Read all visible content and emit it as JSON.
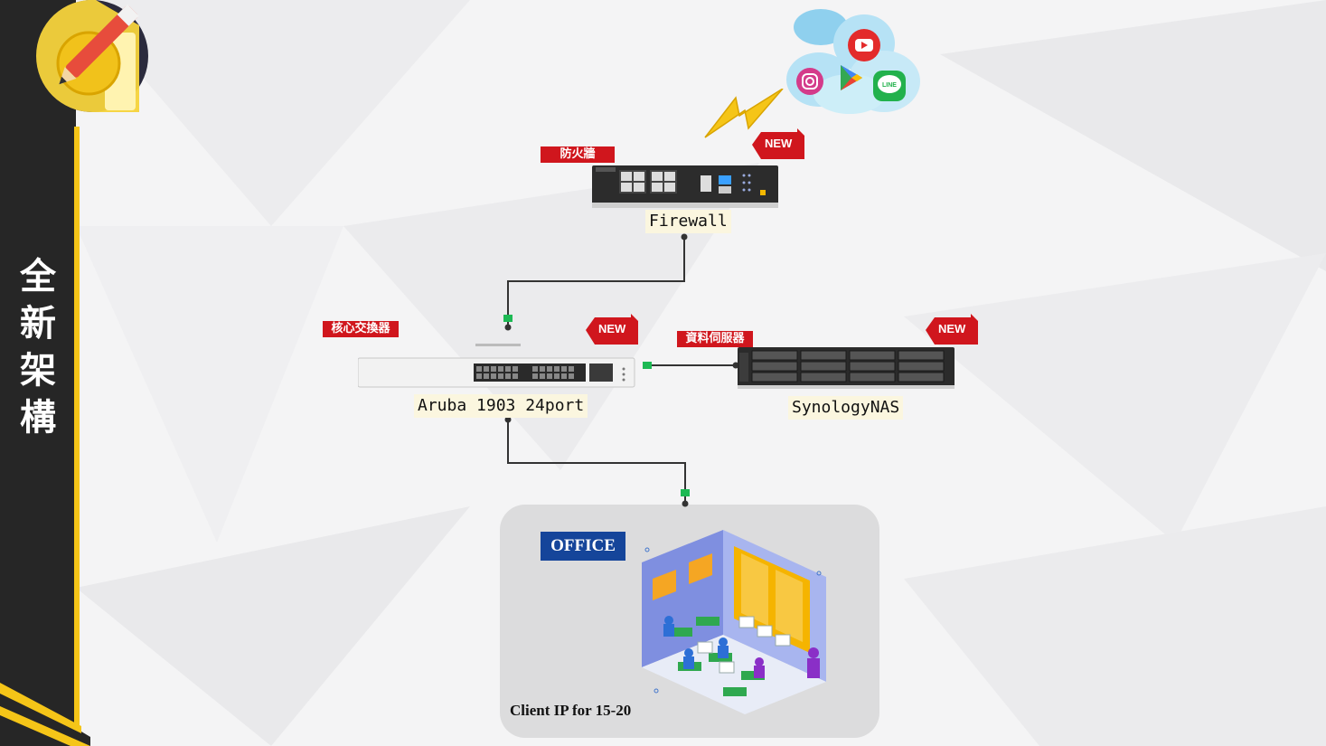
{
  "sidebar": {
    "title_chars": [
      "全",
      "新",
      "架",
      "構"
    ]
  },
  "devices": {
    "firewall": {
      "tag": "防火牆",
      "badge": "NEW",
      "label": "Firewall"
    },
    "switch": {
      "tag": "核心交換器",
      "badge": "NEW",
      "label": "Aruba 1903 24port"
    },
    "nas": {
      "tag": "資料伺服器",
      "badge": "NEW",
      "label": "SynologyNAS"
    }
  },
  "office": {
    "tag": "OFFICE",
    "caption": "Client IP for 15-20"
  },
  "cloud": {
    "icons": [
      "youtube-icon",
      "instagram-icon",
      "play-store-icon",
      "line-icon"
    ],
    "line_text": "LINE"
  },
  "colors": {
    "sidebar": "#262626",
    "accent_yellow": "#f5c518",
    "tag_red": "#d0161d",
    "office_blue": "#15459a",
    "connector_green": "#1db954"
  }
}
